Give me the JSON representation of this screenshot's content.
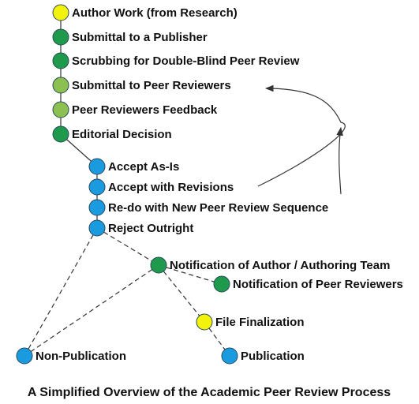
{
  "colors": {
    "yellow": "#f2f20a",
    "dark_green": "#1f9a4c",
    "light_green": "#8cc152",
    "blue": "#1a9be0",
    "line": "#333333",
    "text": "#111111"
  },
  "nodes": [
    {
      "id": "author-work",
      "label": "Author Work (from Research)",
      "color": "yellow"
    },
    {
      "id": "submittal-publisher",
      "label": "Submittal to a Publisher",
      "color": "dark_green"
    },
    {
      "id": "scrubbing",
      "label": "Scrubbing for Double-Blind Peer Review",
      "color": "dark_green"
    },
    {
      "id": "submittal-reviewers",
      "label": "Submittal to Peer Reviewers",
      "color": "light_green"
    },
    {
      "id": "reviewers-feedback",
      "label": "Peer Reviewers Feedback",
      "color": "light_green"
    },
    {
      "id": "editorial-decision",
      "label": "Editorial Decision",
      "color": "dark_green"
    },
    {
      "id": "accept-as-is",
      "label": "Accept As-Is",
      "color": "blue"
    },
    {
      "id": "accept-revisions",
      "label": "Accept with Revisions",
      "color": "blue"
    },
    {
      "id": "redo-review",
      "label": "Re-do with New Peer Review Sequence",
      "color": "blue"
    },
    {
      "id": "reject-outright",
      "label": "Reject Outright",
      "color": "blue"
    },
    {
      "id": "notify-author",
      "label": "Notification of Author / Authoring Team",
      "color": "dark_green"
    },
    {
      "id": "notify-reviewers",
      "label": "Notification of Peer Reviewers",
      "color": "dark_green"
    },
    {
      "id": "file-finalization",
      "label": "File Finalization",
      "color": "yellow"
    },
    {
      "id": "non-publication",
      "label": "Non-Publication",
      "color": "blue"
    },
    {
      "id": "publication",
      "label": "Publication",
      "color": "blue"
    }
  ],
  "edges": [
    {
      "from": "author-work",
      "to": "submittal-publisher",
      "style": "solid"
    },
    {
      "from": "submittal-publisher",
      "to": "scrubbing",
      "style": "solid"
    },
    {
      "from": "scrubbing",
      "to": "submittal-reviewers",
      "style": "solid"
    },
    {
      "from": "submittal-reviewers",
      "to": "reviewers-feedback",
      "style": "solid"
    },
    {
      "from": "reviewers-feedback",
      "to": "editorial-decision",
      "style": "solid"
    },
    {
      "from": "editorial-decision",
      "to": "accept-as-is",
      "style": "solid"
    },
    {
      "from": "accept-as-is",
      "to": "accept-revisions",
      "style": "solid"
    },
    {
      "from": "accept-revisions",
      "to": "redo-review",
      "style": "solid"
    },
    {
      "from": "redo-review",
      "to": "reject-outright",
      "style": "solid"
    },
    {
      "from": "reject-outright",
      "to": "notify-author",
      "style": "dashed"
    },
    {
      "from": "reject-outright",
      "to": "non-publication",
      "style": "dashed"
    },
    {
      "from": "notify-author",
      "to": "non-publication",
      "style": "dashed"
    },
    {
      "from": "notify-author",
      "to": "notify-reviewers",
      "style": "dashed"
    },
    {
      "from": "notify-author",
      "to": "file-finalization",
      "style": "dashed"
    },
    {
      "from": "file-finalization",
      "to": "publication",
      "style": "dashed"
    }
  ],
  "loop_arrows": [
    {
      "from": "accept-revisions",
      "to": "submittal-reviewers"
    },
    {
      "from": "redo-review",
      "to": "submittal-reviewers"
    }
  ],
  "caption": "A Simplified Overview of the Academic Peer Review Process"
}
